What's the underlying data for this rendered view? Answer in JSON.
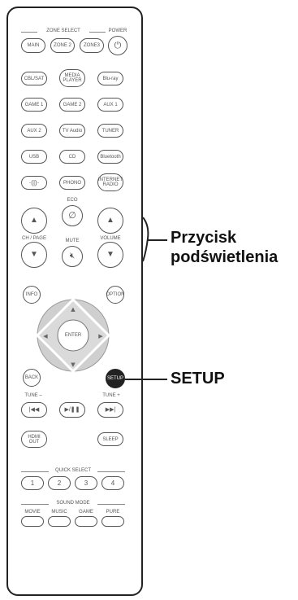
{
  "remote": {
    "zone_select_label": "ZONE SELECT",
    "power_label": "POWER",
    "zone_buttons": [
      "MAIN",
      "ZONE 2",
      "ZONE3"
    ],
    "source_rows": [
      [
        "CBL/SAT",
        "MEDIA\nPLAYER",
        "Blu-ray"
      ],
      [
        "GAME 1",
        "GAME 2",
        "AUX 1"
      ],
      [
        "AUX 2",
        "TV Audio",
        "TUNER"
      ],
      [
        "USB",
        "CD",
        "Bluetooth"
      ],
      [
        "",
        "PHONO",
        "INTERNET\nRADIO"
      ]
    ],
    "eco_label": "ECO",
    "ch_page_label": "CH / PAGE",
    "mute_label": "MUTE",
    "volume_label": "VOLUME",
    "info_label": "INFO",
    "option_label": "OPTION",
    "enter_label": "ENTER",
    "back_label": "BACK",
    "setup_label": "SETUP",
    "tune_minus_label": "TUNE –",
    "tune_plus_label": "TUNE +",
    "hdmi_out_label": "HDMI\nOUT",
    "sleep_label": "SLEEP",
    "quick_select_label": "QUICK SELECT",
    "quick_select_buttons": [
      "1",
      "2",
      "3",
      "4"
    ],
    "sound_mode_label": "SOUND MODE",
    "sound_mode_items": [
      "MOVIE",
      "MUSIC",
      "GAME",
      "PURE"
    ]
  },
  "callouts": {
    "backlight": "Przycisk\npodświetlenia",
    "setup": "SETUP"
  }
}
